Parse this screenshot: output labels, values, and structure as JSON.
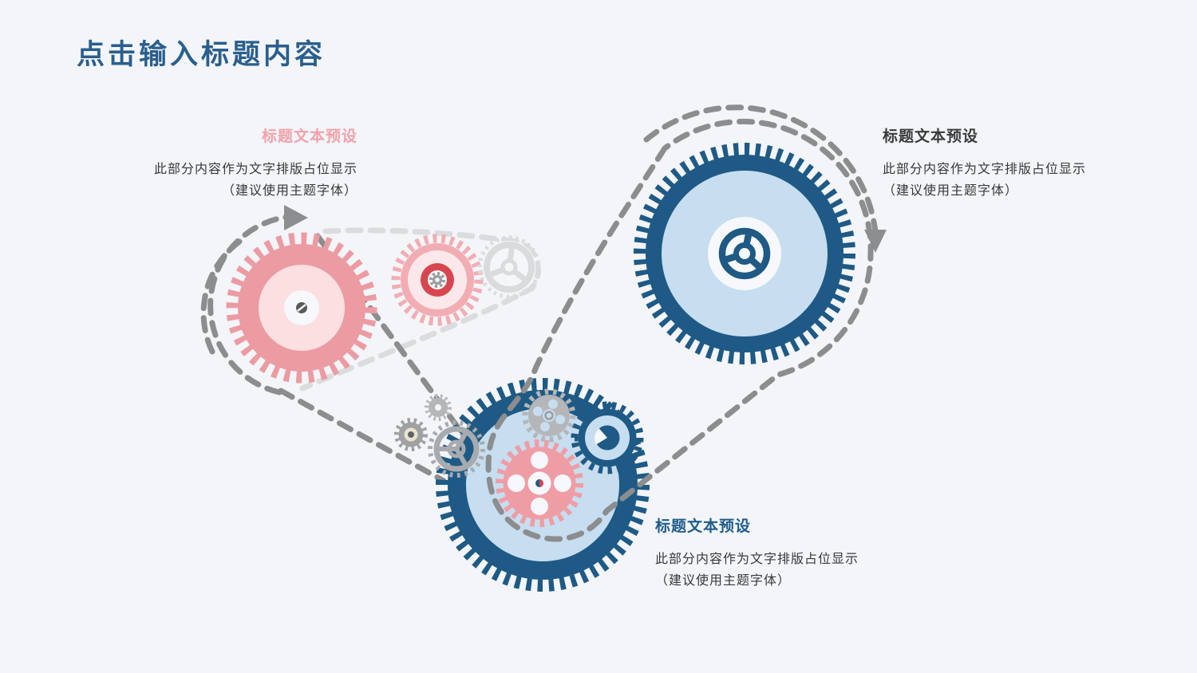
{
  "slide": {
    "title": "点击输入标题内容",
    "blocks": [
      {
        "position": "left",
        "heading": "标题文本预设",
        "line1": "此部分内容作为文字排版占位显示",
        "line2": "（建议使用主题字体）"
      },
      {
        "position": "top-right",
        "heading": "标题文本预设",
        "line1": "此部分内容作为文字排版占位显示",
        "line2": "（建议使用主题字体）"
      },
      {
        "position": "bottom",
        "heading": "标题文本预设",
        "line1": "此部分内容作为文字排版占位显示",
        "line2": "（建议使用主题字体）"
      }
    ],
    "palette": {
      "background": "#f3f5f9",
      "title_blue": "#2a5f8d",
      "heading_pink": "#f2a2aa",
      "heading_dark": "#3a3b3d",
      "heading_blue": "#1f5c8b",
      "body_text": "#37383a",
      "gear_dark_blue": "#1e5a85",
      "gear_light_blue": "#c7ddf0",
      "gear_pink": "#ec9ba3",
      "gear_light_pink": "#fbdfe1",
      "gear_red": "#d7464f",
      "gear_gray": "#b4b6b8",
      "belt_dark_gray": "#8b8d8f",
      "belt_light_gray": "#dadcde"
    }
  }
}
